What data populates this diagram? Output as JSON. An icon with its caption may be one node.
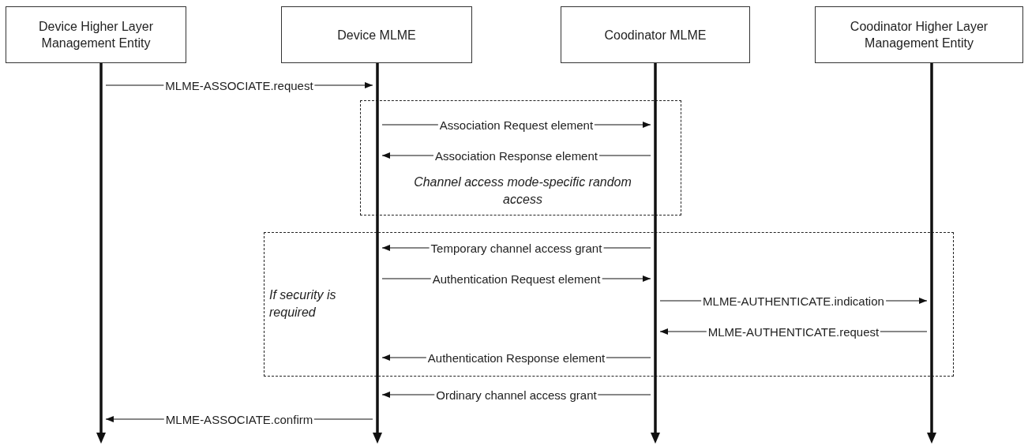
{
  "diagram": {
    "nodes": [
      {
        "text": [
          "Device Higher Layer Management Entity"
        ]
      },
      {
        "text": [
          "Device MLME"
        ]
      },
      {
        "text": [
          "Coodinator MLME"
        ]
      },
      {
        "text": [
          "Coodinator Higher Layer Management Entity"
        ]
      },
      {
        "text": [],
        "shape": "bar"
      },
      {
        "text": [],
        "shape": "bar"
      },
      {
        "text": [],
        "shape": "bar"
      },
      {
        "text": [],
        "shape": "bar"
      }
    ],
    "labels": [
      "Channel access mode-specific random access",
      "If security is required"
    ],
    "edges": [
      {
        "from": 4,
        "to": 5,
        "arrow": "to",
        "label": "MLME-ASSOCIATE.request"
      },
      {
        "from": 5,
        "to": 6,
        "arrow": "to",
        "label": "Association Request element"
      },
      {
        "from": 6,
        "to": 5,
        "arrow": "to",
        "label": "Association Response element"
      },
      {
        "from": 6,
        "to": 5,
        "arrow": "to",
        "label": "Temporary channel access grant"
      },
      {
        "from": 5,
        "to": 6,
        "arrow": "to",
        "label": "Authentication Request element"
      },
      {
        "from": 6,
        "to": 7,
        "arrow": "to",
        "label": "MLME-AUTHENTICATE.indication"
      },
      {
        "from": 7,
        "to": 6,
        "arrow": "to",
        "label": "MLME-AUTHENTICATE.request"
      },
      {
        "from": 6,
        "to": 5,
        "arrow": "to",
        "label": "Authentication Response element"
      },
      {
        "from": 6,
        "to": 5,
        "arrow": "to",
        "label": "Ordinary channel access grant"
      },
      {
        "from": 5,
        "to": 4,
        "arrow": "to",
        "label": "MLME-ASSOCIATE.confirm"
      }
    ]
  }
}
